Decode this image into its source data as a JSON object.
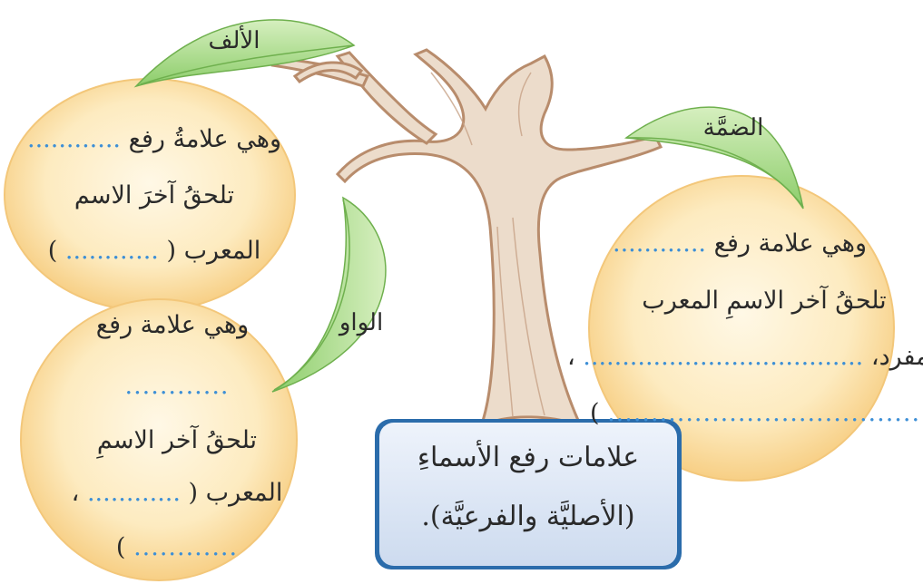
{
  "colors": {
    "circle_fill": "#fde7b4",
    "circle_center": "#fff6df",
    "leaf_fill": "#b6df9a",
    "leaf_dark": "#7fc05e",
    "trunk_fill": "#ead7c4",
    "trunk_stroke": "#b88c6c",
    "box_fill": "#dbe6f5",
    "box_border": "#2b6cab",
    "dots": "#3d8fd6"
  },
  "leaves": {
    "alif": "الألف",
    "damma": "الضمَّة",
    "waw": "الواو"
  },
  "circle_alif": {
    "line1": "وهي علامةُ رفع",
    "line2": "تلحقُ آخرَ الاسم",
    "line3": "المعرب (",
    "line3_end": ")",
    "dots": "............"
  },
  "circle_waw": {
    "line1": "وهي علامة رفع",
    "line2": "تلحقُ آخر الاسمِ",
    "line3": "المعرب (",
    "line3_end": "،",
    "line4_end": ")",
    "dots": "............"
  },
  "circle_damma": {
    "line1": "وهي علامة رفع",
    "line2": "تلحقُ آخر الاسمِ المعرب",
    "line3": "(المفرد،",
    "line3_end": "،",
    "line4_end": ")",
    "dots": "............",
    "dots_long": "...................................."
  },
  "box": {
    "line1": "علامات رفع الأسماءِ",
    "line2": "(الأصليَّة والفرعيَّة)."
  }
}
